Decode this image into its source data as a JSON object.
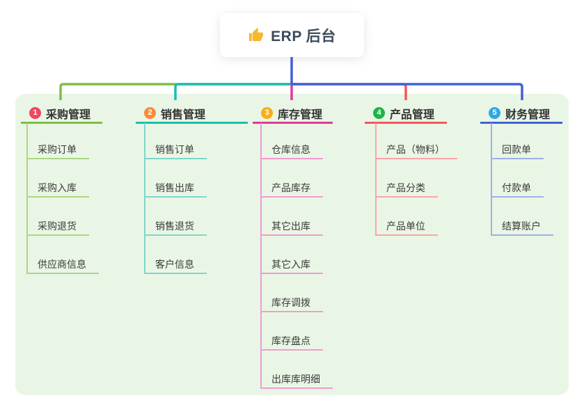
{
  "root": {
    "title": "ERP 后台",
    "icon": "thumbs-up-icon"
  },
  "branches": [
    {
      "index": "1",
      "label": "采购管理",
      "colors": {
        "badge": "#f3455e",
        "line": "#7cc043",
        "light": "#a9d784"
      },
      "items": [
        "采购订单",
        "采购入库",
        "采购退货",
        "供应商信息"
      ]
    },
    {
      "index": "2",
      "label": "销售管理",
      "colors": {
        "badge": "#fa8b3a",
        "line": "#1bbfae",
        "light": "#7fd6cb"
      },
      "items": [
        "销售订单",
        "销售出库",
        "销售退货",
        "客户信息"
      ]
    },
    {
      "index": "3",
      "label": "库存管理",
      "colors": {
        "badge": "#f8ae17",
        "line": "#e03a9c",
        "light": "#f19bd0"
      },
      "items": [
        "仓库信息",
        "产品库存",
        "其它出库",
        "其它入库",
        "库存调拨",
        "库存盘点",
        "出库库明细"
      ]
    },
    {
      "index": "4",
      "label": "产品管理",
      "colors": {
        "badge": "#1eb448",
        "line": "#f8555c",
        "light": "#f9a3a7"
      },
      "items": [
        "产品（物料）",
        "产品分类",
        "产品单位"
      ]
    },
    {
      "index": "5",
      "label": "财务管理",
      "colors": {
        "badge": "#2fa8e8",
        "line": "#3f62d8",
        "light": "#9db1e8"
      },
      "items": [
        "回款单",
        "付款单",
        "结算账户"
      ]
    }
  ],
  "colors": {
    "canvas_bg": "#ffffff",
    "panel_bg": "#eaf6e5",
    "root_stem": "#3f62d8",
    "root_title_text": "#3b4a5a",
    "header_text": "#333333",
    "item_text": "#3a3a3a",
    "thumb_icon": "#f5b82e"
  }
}
